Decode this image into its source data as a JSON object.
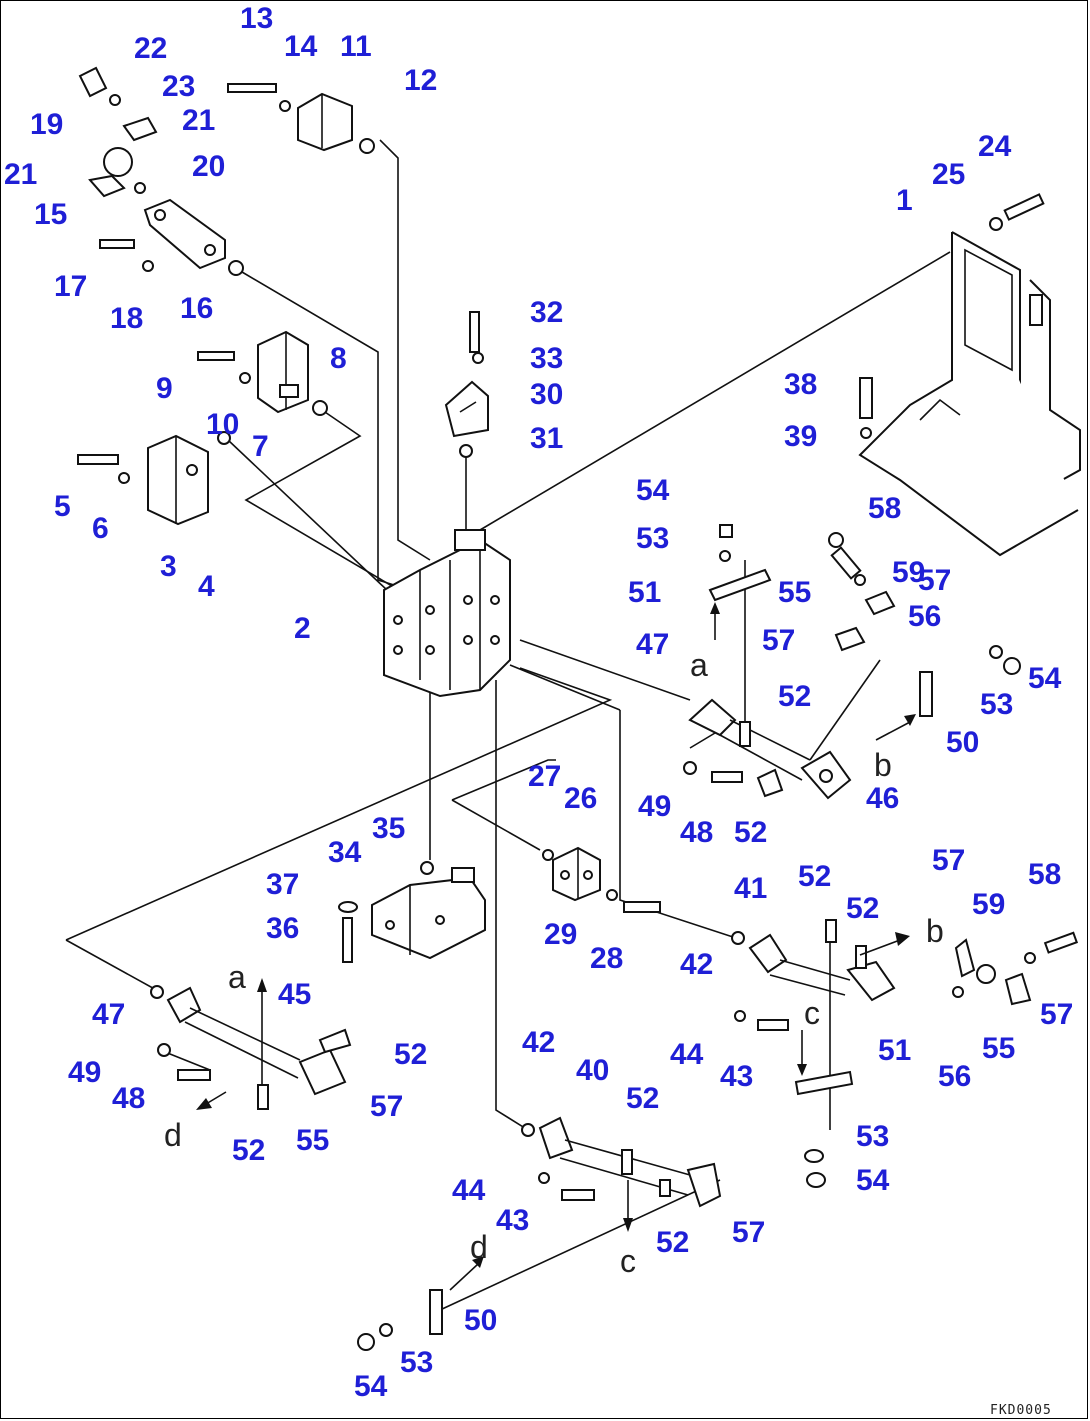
{
  "colors": {
    "label": "#1f1fd6",
    "line": "#111111",
    "background": "#ffffff"
  },
  "drawing_code": "FKD0005",
  "parts": [
    {
      "id": "p1",
      "label": "1"
    },
    {
      "id": "p2",
      "label": "2"
    },
    {
      "id": "p3",
      "label": "3"
    },
    {
      "id": "p4",
      "label": "4"
    },
    {
      "id": "p5",
      "label": "5"
    },
    {
      "id": "p6",
      "label": "6"
    },
    {
      "id": "p7",
      "label": "7"
    },
    {
      "id": "p8",
      "label": "8"
    },
    {
      "id": "p9",
      "label": "9"
    },
    {
      "id": "p10",
      "label": "10"
    },
    {
      "id": "p11",
      "label": "11"
    },
    {
      "id": "p12",
      "label": "12"
    },
    {
      "id": "p13",
      "label": "13"
    },
    {
      "id": "p14",
      "label": "14"
    },
    {
      "id": "p15",
      "label": "15"
    },
    {
      "id": "p16",
      "label": "16"
    },
    {
      "id": "p17",
      "label": "17"
    },
    {
      "id": "p18",
      "label": "18"
    },
    {
      "id": "p19",
      "label": "19"
    },
    {
      "id": "p20",
      "label": "20"
    },
    {
      "id": "p21a",
      "label": "21"
    },
    {
      "id": "p21b",
      "label": "21"
    },
    {
      "id": "p22",
      "label": "22"
    },
    {
      "id": "p23",
      "label": "23"
    },
    {
      "id": "p24",
      "label": "24"
    },
    {
      "id": "p25",
      "label": "25"
    },
    {
      "id": "p26",
      "label": "26"
    },
    {
      "id": "p27",
      "label": "27"
    },
    {
      "id": "p28",
      "label": "28"
    },
    {
      "id": "p29",
      "label": "29"
    },
    {
      "id": "p30",
      "label": "30"
    },
    {
      "id": "p31",
      "label": "31"
    },
    {
      "id": "p32",
      "label": "32"
    },
    {
      "id": "p33",
      "label": "33"
    },
    {
      "id": "p34",
      "label": "34"
    },
    {
      "id": "p35",
      "label": "35"
    },
    {
      "id": "p36",
      "label": "36"
    },
    {
      "id": "p37",
      "label": "37"
    },
    {
      "id": "p38",
      "label": "38"
    },
    {
      "id": "p39",
      "label": "39"
    },
    {
      "id": "p40",
      "label": "40"
    },
    {
      "id": "p41",
      "label": "41"
    },
    {
      "id": "p42a",
      "label": "42"
    },
    {
      "id": "p42b",
      "label": "42"
    },
    {
      "id": "p43a",
      "label": "43"
    },
    {
      "id": "p43b",
      "label": "43"
    },
    {
      "id": "p44a",
      "label": "44"
    },
    {
      "id": "p44b",
      "label": "44"
    },
    {
      "id": "p45",
      "label": "45"
    },
    {
      "id": "p46",
      "label": "46"
    },
    {
      "id": "p47a",
      "label": "47"
    },
    {
      "id": "p47b",
      "label": "47"
    },
    {
      "id": "p48a",
      "label": "48"
    },
    {
      "id": "p48b",
      "label": "48"
    },
    {
      "id": "p49a",
      "label": "49"
    },
    {
      "id": "p49b",
      "label": "49"
    },
    {
      "id": "p50a",
      "label": "50"
    },
    {
      "id": "p50b",
      "label": "50"
    },
    {
      "id": "p51a",
      "label": "51"
    },
    {
      "id": "p51b",
      "label": "51"
    },
    {
      "id": "p52a",
      "label": "52"
    },
    {
      "id": "p52b",
      "label": "52"
    },
    {
      "id": "p52c",
      "label": "52"
    },
    {
      "id": "p52d",
      "label": "52"
    },
    {
      "id": "p52e",
      "label": "52"
    },
    {
      "id": "p52f",
      "label": "52"
    },
    {
      "id": "p52g",
      "label": "52"
    },
    {
      "id": "p52h",
      "label": "52"
    },
    {
      "id": "p53a",
      "label": "53"
    },
    {
      "id": "p53b",
      "label": "53"
    },
    {
      "id": "p53c",
      "label": "53"
    },
    {
      "id": "p53d",
      "label": "53"
    },
    {
      "id": "p54a",
      "label": "54"
    },
    {
      "id": "p54b",
      "label": "54"
    },
    {
      "id": "p54c",
      "label": "54"
    },
    {
      "id": "p54d",
      "label": "54"
    },
    {
      "id": "p55a",
      "label": "55"
    },
    {
      "id": "p55b",
      "label": "55"
    },
    {
      "id": "p55c",
      "label": "55"
    },
    {
      "id": "p56a",
      "label": "56"
    },
    {
      "id": "p56b",
      "label": "56"
    },
    {
      "id": "p57a",
      "label": "57"
    },
    {
      "id": "p57b",
      "label": "57"
    },
    {
      "id": "p57c",
      "label": "57"
    },
    {
      "id": "p57d",
      "label": "57"
    },
    {
      "id": "p57e",
      "label": "57"
    },
    {
      "id": "p57f",
      "label": "57"
    },
    {
      "id": "p58a",
      "label": "58"
    },
    {
      "id": "p58b",
      "label": "58"
    },
    {
      "id": "p59a",
      "label": "59"
    },
    {
      "id": "p59b",
      "label": "59"
    }
  ],
  "reference_letters": [
    {
      "id": "r_a1",
      "label": "a"
    },
    {
      "id": "r_b1",
      "label": "b"
    },
    {
      "id": "r_b2",
      "label": "b"
    },
    {
      "id": "r_c1",
      "label": "c"
    },
    {
      "id": "r_c2",
      "label": "c"
    },
    {
      "id": "r_a2",
      "label": "a"
    },
    {
      "id": "r_d1",
      "label": "d"
    },
    {
      "id": "r_d2",
      "label": "d"
    }
  ]
}
